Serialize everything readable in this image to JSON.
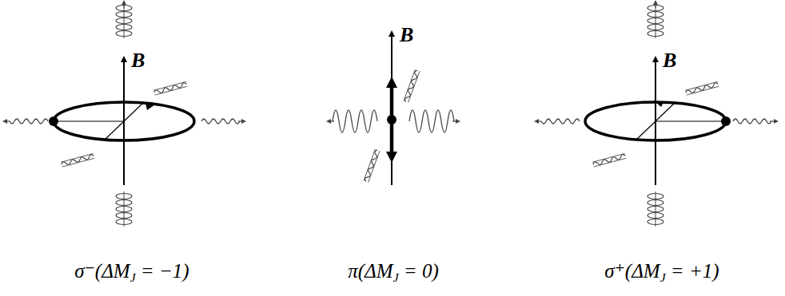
{
  "diagram": {
    "labels": [
      "B",
      "B",
      "B",
      "σ⁻(ΔMJ = −1)",
      "π(ΔMJ = 0)",
      "σ⁺(ΔMJ = +1)"
    ]
  }
}
